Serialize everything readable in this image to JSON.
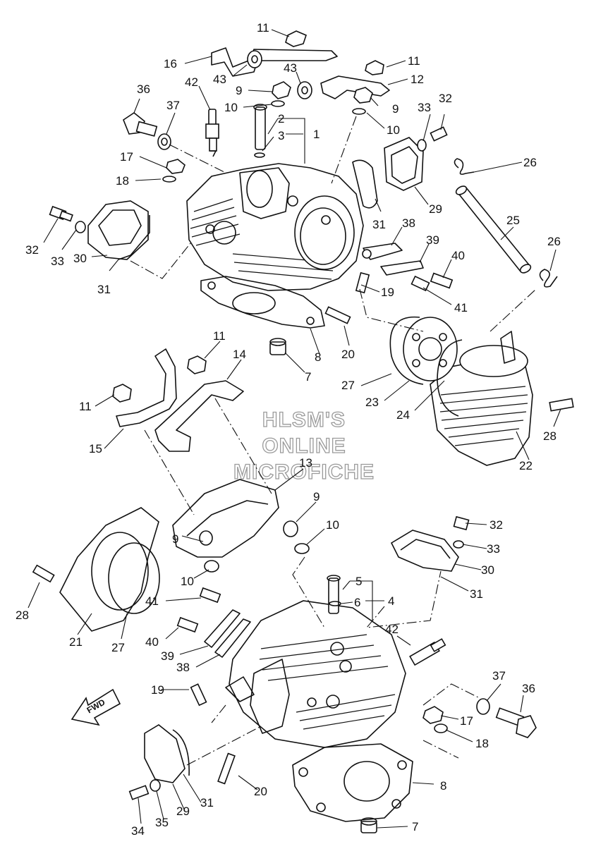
{
  "watermark": {
    "line1": "HLSM'S",
    "line2": "ONLINE",
    "line3": "MICROFICHE"
  },
  "fwd_arrow": {
    "text": "FWD"
  },
  "callouts": [
    {
      "id": "c1",
      "text": "11"
    },
    {
      "id": "c2",
      "text": "16"
    },
    {
      "id": "c3",
      "text": "43"
    },
    {
      "id": "c4",
      "text": "43"
    },
    {
      "id": "c5",
      "text": "11"
    },
    {
      "id": "c6",
      "text": "12"
    },
    {
      "id": "c7",
      "text": "36"
    },
    {
      "id": "c8",
      "text": "42"
    },
    {
      "id": "c9",
      "text": "9"
    },
    {
      "id": "c10",
      "text": "9"
    },
    {
      "id": "c11",
      "text": "10"
    },
    {
      "id": "c12",
      "text": "2"
    },
    {
      "id": "c13",
      "text": "1"
    },
    {
      "id": "c14",
      "text": "3"
    },
    {
      "id": "c15",
      "text": "10"
    },
    {
      "id": "c16",
      "text": "37"
    },
    {
      "id": "c17",
      "text": "33"
    },
    {
      "id": "c18",
      "text": "32"
    },
    {
      "id": "c19",
      "text": "17"
    },
    {
      "id": "c20",
      "text": "18"
    },
    {
      "id": "c21",
      "text": "26"
    },
    {
      "id": "c22",
      "text": "29"
    },
    {
      "id": "c23",
      "text": "31"
    },
    {
      "id": "c24",
      "text": "25"
    },
    {
      "id": "c25",
      "text": "32"
    },
    {
      "id": "c26",
      "text": "33"
    },
    {
      "id": "c27",
      "text": "30"
    },
    {
      "id": "c28",
      "text": "31"
    },
    {
      "id": "c29",
      "text": "38"
    },
    {
      "id": "c30",
      "text": "39"
    },
    {
      "id": "c31",
      "text": "26"
    },
    {
      "id": "c32",
      "text": "40"
    },
    {
      "id": "c33",
      "text": "19"
    },
    {
      "id": "c34",
      "text": "41"
    },
    {
      "id": "c35",
      "text": "20"
    },
    {
      "id": "c36",
      "text": "8"
    },
    {
      "id": "c37",
      "text": "7"
    },
    {
      "id": "c38",
      "text": "27"
    },
    {
      "id": "c39",
      "text": "23"
    },
    {
      "id": "c40",
      "text": "24"
    },
    {
      "id": "c41",
      "text": "28"
    },
    {
      "id": "c42",
      "text": "22"
    },
    {
      "id": "c43",
      "text": "11"
    },
    {
      "id": "c44",
      "text": "14"
    },
    {
      "id": "c45",
      "text": "11"
    },
    {
      "id": "c46",
      "text": "15"
    },
    {
      "id": "c47",
      "text": "13"
    },
    {
      "id": "c48",
      "text": "9"
    },
    {
      "id": "c49",
      "text": "10"
    },
    {
      "id": "c50",
      "text": "9"
    },
    {
      "id": "c51",
      "text": "10"
    },
    {
      "id": "c52",
      "text": "32"
    },
    {
      "id": "c53",
      "text": "33"
    },
    {
      "id": "c54",
      "text": "30"
    },
    {
      "id": "c55",
      "text": "31"
    },
    {
      "id": "c56",
      "text": "5"
    },
    {
      "id": "c57",
      "text": "6"
    },
    {
      "id": "c58",
      "text": "4"
    },
    {
      "id": "c59",
      "text": "28"
    },
    {
      "id": "c60",
      "text": "21"
    },
    {
      "id": "c61",
      "text": "27"
    },
    {
      "id": "c62",
      "text": "41"
    },
    {
      "id": "c63",
      "text": "40"
    },
    {
      "id": "c64",
      "text": "39"
    },
    {
      "id": "c65",
      "text": "38"
    },
    {
      "id": "c66",
      "text": "42"
    },
    {
      "id": "c67",
      "text": "19"
    },
    {
      "id": "c68",
      "text": "37"
    },
    {
      "id": "c69",
      "text": "36"
    },
    {
      "id": "c70",
      "text": "17"
    },
    {
      "id": "c71",
      "text": "18"
    },
    {
      "id": "c72",
      "text": "20"
    },
    {
      "id": "c73",
      "text": "8"
    },
    {
      "id": "c74",
      "text": "34"
    },
    {
      "id": "c75",
      "text": "35"
    },
    {
      "id": "c76",
      "text": "29"
    },
    {
      "id": "c77",
      "text": "31"
    },
    {
      "id": "c78",
      "text": "7"
    }
  ]
}
